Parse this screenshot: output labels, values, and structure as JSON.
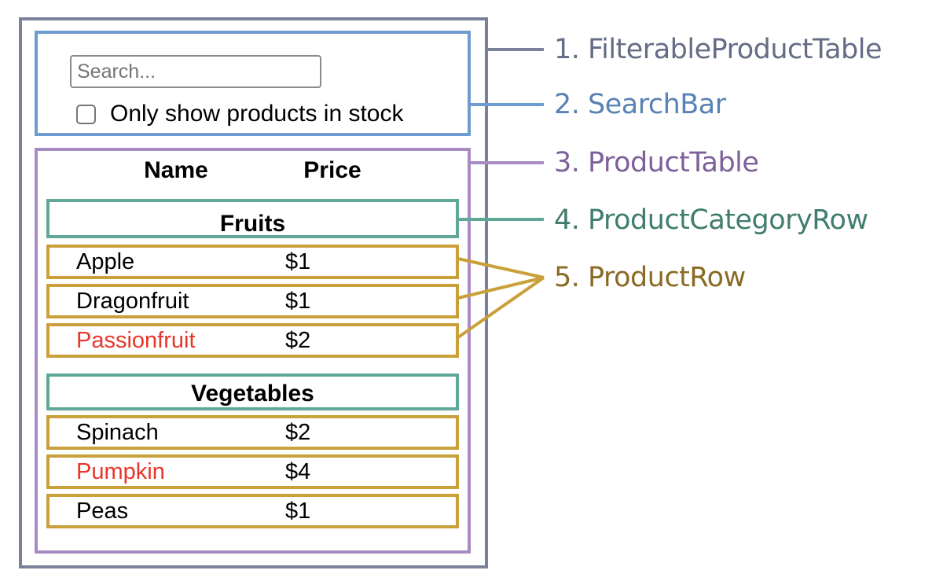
{
  "colors": {
    "filterable": "#7a8299",
    "searchbar": "#6e9bd0",
    "table": "#a98bc4",
    "category": "#5fa898",
    "row": "#c9a03a",
    "out_of_stock": "#e8352a"
  },
  "search": {
    "placeholder": "Search...",
    "checkbox_label": "Only show products in stock",
    "checked": false
  },
  "table": {
    "headers": [
      "Name",
      "Price"
    ],
    "categories": [
      {
        "name": "Fruits",
        "rows": [
          {
            "name": "Apple",
            "price": "$1",
            "stocked": true
          },
          {
            "name": "Dragonfruit",
            "price": "$1",
            "stocked": true
          },
          {
            "name": "Passionfruit",
            "price": "$2",
            "stocked": false
          }
        ]
      },
      {
        "name": "Vegetables",
        "rows": [
          {
            "name": "Spinach",
            "price": "$2",
            "stocked": true
          },
          {
            "name": "Pumpkin",
            "price": "$4",
            "stocked": false
          },
          {
            "name": "Peas",
            "price": "$1",
            "stocked": true
          }
        ]
      }
    ]
  },
  "labels": [
    {
      "text": "1. FilterableProductTable",
      "color": "#646d85"
    },
    {
      "text": "2. SearchBar",
      "color": "#5a82b5"
    },
    {
      "text": "3. ProductTable",
      "color": "#7e5f99"
    },
    {
      "text": "4. ProductCategoryRow",
      "color": "#407d6e"
    },
    {
      "text": "5. ProductRow",
      "color": "#8a6a24"
    }
  ]
}
